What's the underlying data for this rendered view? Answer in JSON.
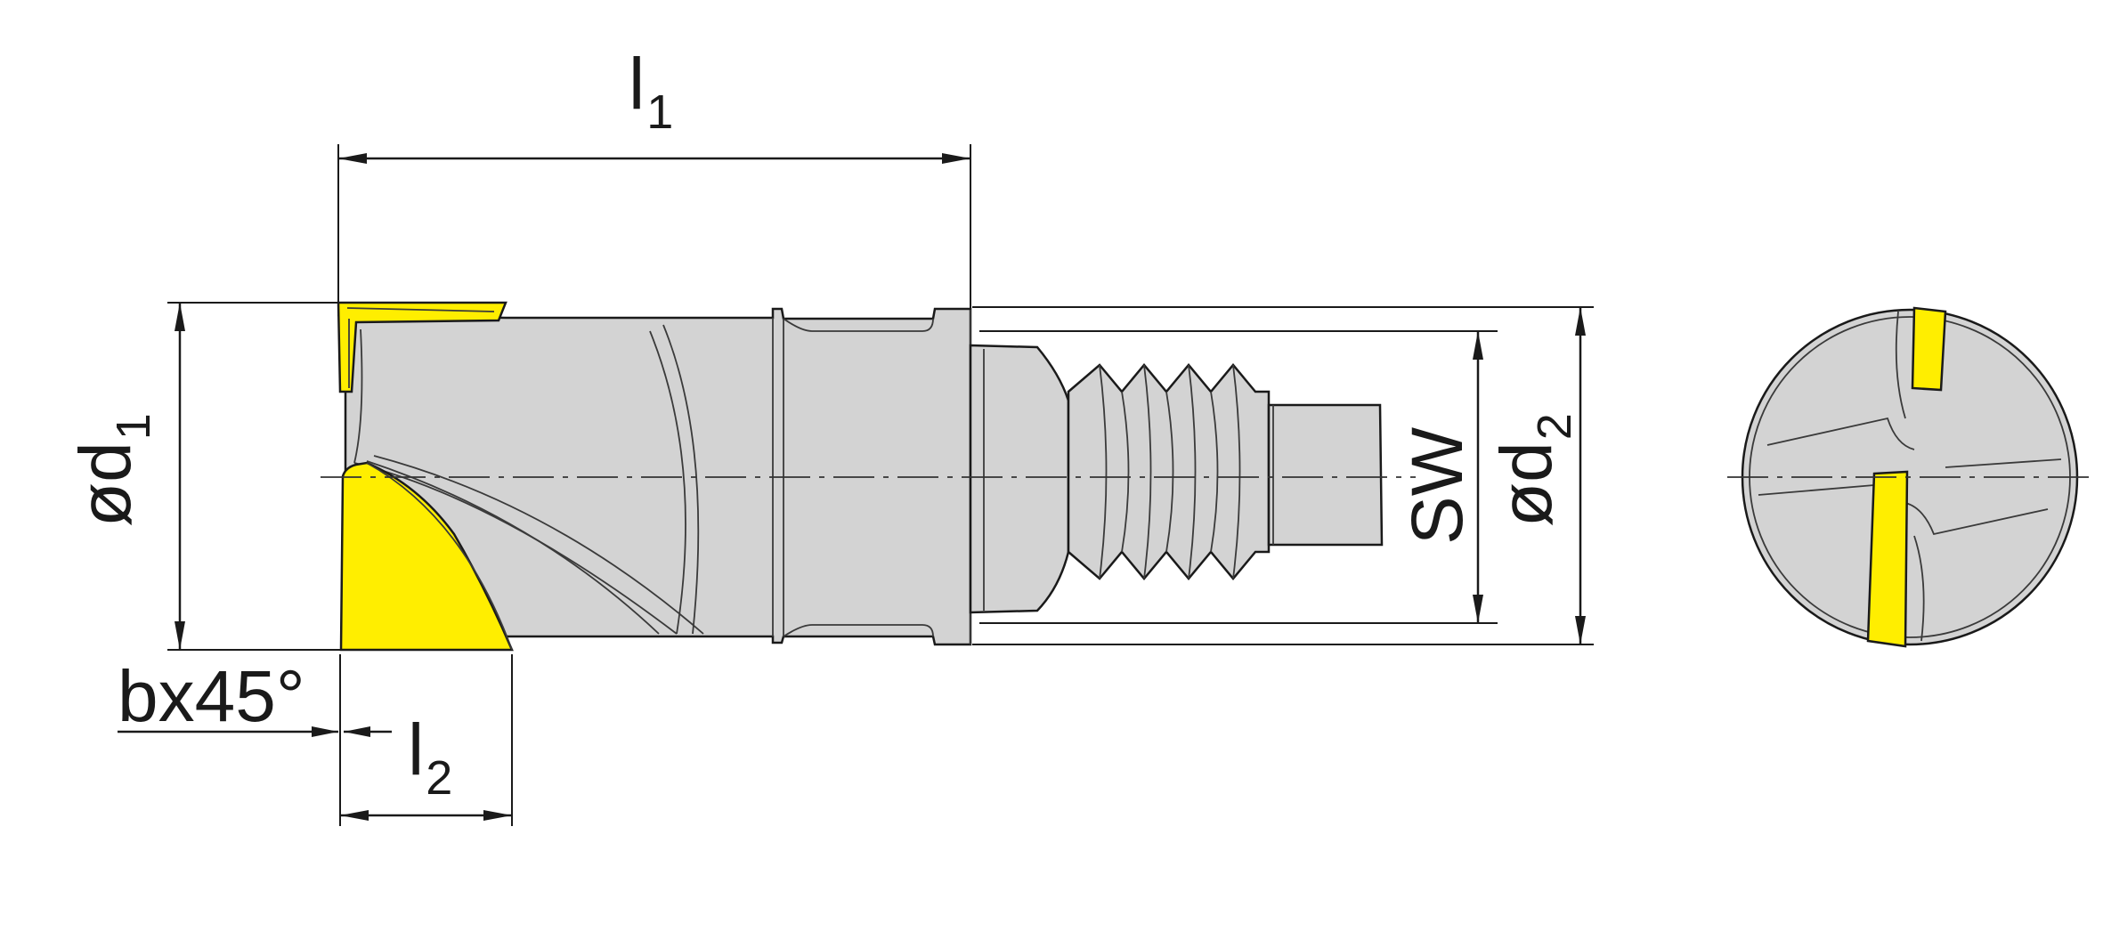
{
  "labels": {
    "l1": {
      "main": "l",
      "sub": "1"
    },
    "l2": {
      "main": "l",
      "sub": "2"
    },
    "d1": {
      "main": "ød",
      "sub": "1"
    },
    "d2": {
      "main": "ød",
      "sub": "2"
    },
    "sw": "SW",
    "chamfer": "bx45°"
  },
  "colors": {
    "body": "#d3d3d3",
    "insert": "#ffee00",
    "line": "#1a1a1a",
    "background": "#ffffff"
  }
}
